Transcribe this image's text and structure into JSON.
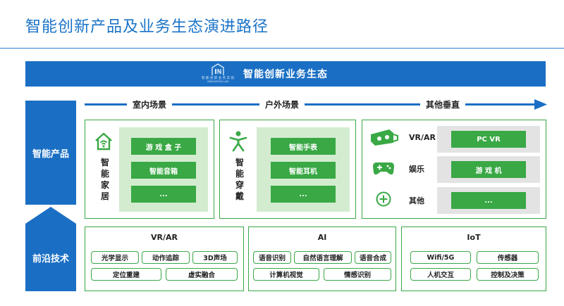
{
  "title": "智能创新产品及业务生态演进路径",
  "banner": {
    "logo_text": "智 能 创 新 业 务 实 验",
    "logo_sub": "INNOVATION LAB",
    "title": "智能创新业务生态"
  },
  "sides": {
    "top": "智能产品",
    "bottom": "前沿技术"
  },
  "scenes": [
    "室内场景",
    "户外场景",
    "其他垂直"
  ],
  "indoor": {
    "label": [
      "智",
      "能",
      "家",
      "居"
    ],
    "items": [
      "游 戏 盒 子",
      "智能音箱",
      "..."
    ]
  },
  "outdoor": {
    "label": [
      "智",
      "能",
      "穿",
      "戴"
    ],
    "items": [
      "智能手表",
      "智能耳机",
      "..."
    ]
  },
  "vertical": {
    "rows": [
      {
        "label": "VR/AR",
        "item": "PC VR"
      },
      {
        "label": "娱乐",
        "item": "游 戏 机"
      },
      {
        "label": "其他",
        "item": "..."
      }
    ]
  },
  "tech": [
    {
      "title": "VR/AR",
      "items": [
        "光学显示",
        "动作追踪",
        "3D声场",
        "定位重建",
        "虚实融合"
      ]
    },
    {
      "title": "AI",
      "items": [
        "语音识别",
        "自然语言理解",
        "语音合成",
        "计算机视觉",
        "情感识别"
      ]
    },
    {
      "title": "IoT",
      "items": [
        "Wifi/5G",
        "传感器",
        "人机交互",
        "控制及决策"
      ]
    }
  ],
  "colors": {
    "blue": "#1a6fc4",
    "green": "#39a845",
    "light_green": "#d3ecd0",
    "gray": "#e3e3e3"
  }
}
